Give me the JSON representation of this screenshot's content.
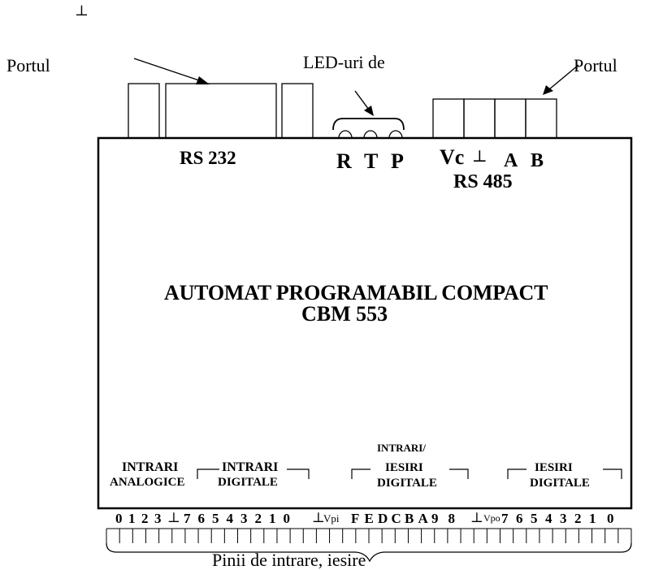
{
  "top_symbol": "⊥",
  "left_callout": "Portul",
  "center_callout": "LED-uri de",
  "right_callout": "Portul",
  "rs232_label": "RS 232",
  "leds": [
    "R",
    "T",
    "P"
  ],
  "rs485_terminals": {
    "vc": "Vc",
    "ground": "⊥",
    "a": "A",
    "b": "B"
  },
  "rs485_label": "RS 485",
  "title_line1": "AUTOMAT PROGRAMABIL COMPACT",
  "title_line2": "CBM 553",
  "groups": {
    "analog_inputs": {
      "line1": "INTRARI",
      "line2": "ANALOGICE",
      "pins": [
        "0",
        "1",
        "2",
        "3"
      ]
    },
    "digital_inputs": {
      "line1": "INTRARI",
      "line2": "DIGITALE",
      "pins": [
        "7",
        "6",
        "5",
        "4",
        "3",
        "2",
        "1",
        "0"
      ]
    },
    "digital_io": {
      "line0": "INTRARI/",
      "line1": "IESIRI",
      "line2": "DIGITALE",
      "pins": [
        "F",
        "E",
        "D",
        "C",
        "B",
        "A",
        "9",
        "8"
      ]
    },
    "digital_outputs": {
      "line1": "IESIRI",
      "line2": "DIGITALE",
      "pins": [
        "7",
        "6",
        "5",
        "4",
        "3",
        "2",
        "1",
        "0"
      ]
    }
  },
  "ground_symbol": "⊥",
  "vpi_label": "Vpi",
  "vpo_label": "Vpo",
  "pins_caption": "Pinii de intrare, iesire"
}
